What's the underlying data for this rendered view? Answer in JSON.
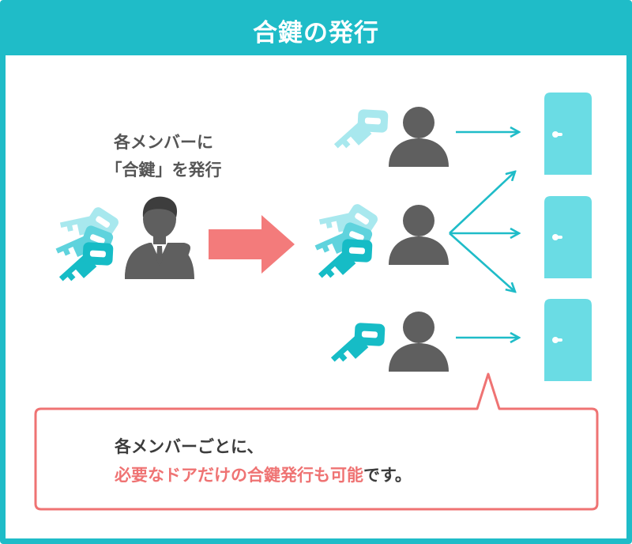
{
  "header": {
    "title": "合鍵の発行"
  },
  "left_caption": {
    "line1": "各メンバーに",
    "line2": "「合鍵」を発行"
  },
  "note": {
    "line1": "各メンバーごとに、",
    "line2_highlight": "必要なドアだけの合鍵発行も可能",
    "line2_rest": "です。"
  },
  "colors": {
    "teal": "#1fbcc8",
    "door": "#6adce4",
    "key_light": "#a8e8ee",
    "key_mid": "#5fd3dd",
    "key_dark": "#16bcc6",
    "person": "#5f5f5f",
    "arrow_big": "#f37b7b",
    "note_border": "#ef7373",
    "highlight_text": "#ef7373"
  },
  "icons": [
    "key-icon",
    "person-icon",
    "businessman-icon",
    "door-icon",
    "arrow-right-icon"
  ]
}
